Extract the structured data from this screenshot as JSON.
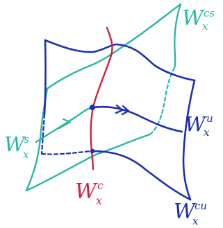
{
  "colors": {
    "teal": "#2bb7a6",
    "blue": "#1b2fb5",
    "red": "#d41f3a",
    "ink": "#1d2fa8"
  },
  "labels": {
    "wcs": {
      "main": "W",
      "sup": "cs",
      "sub": "x"
    },
    "wu": {
      "main": "W",
      "sup": "u",
      "sub": "x"
    },
    "ws": {
      "main": "W",
      "sup": "s",
      "sub": "x"
    },
    "wc": {
      "main": "W",
      "sup": "c",
      "sub": "x"
    },
    "wcu": {
      "main": "W",
      "sup": "cu",
      "sub": "x"
    }
  }
}
